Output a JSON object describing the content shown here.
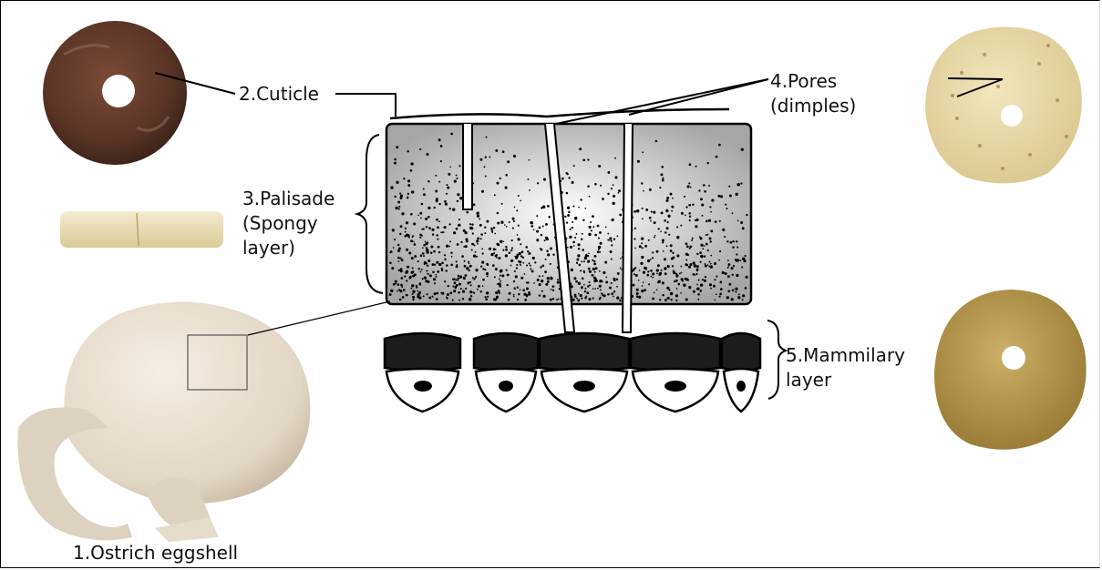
{
  "labels": {
    "ostrich_eggshell": "1.Ostrich eggshell",
    "cuticle": "2.Cuticle",
    "palisade": "3.Palisade\n(Spongy\nlayer)",
    "pores": "4.Pores\n(dimples)",
    "mammilary": "5.Mammilary\nlayer"
  },
  "colors": {
    "bead_dark": "#5b3527",
    "bead_side": "#ece3c2",
    "bead_light": "#eadcad",
    "bead_ochre": "#c4a55c",
    "eggshell": "#ebe1d3",
    "ink": "#000000"
  },
  "icons": [
    "dark-bead-image",
    "bead-side-view-image",
    "ostrich-eggshell-image",
    "light-bead-image",
    "ochre-bead-image",
    "eggshell-cross-section-drawing"
  ]
}
